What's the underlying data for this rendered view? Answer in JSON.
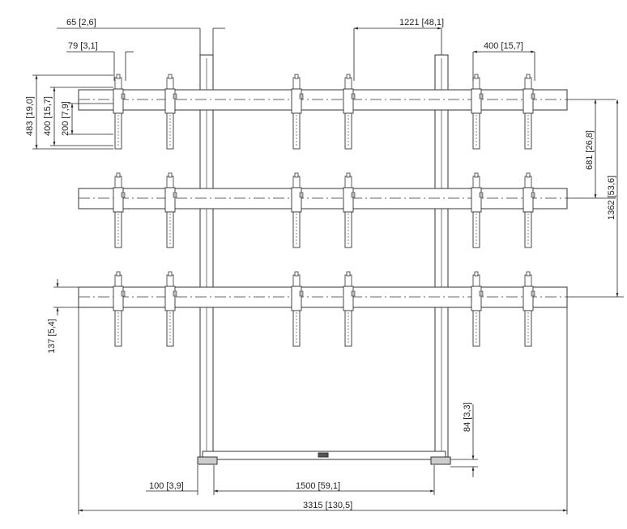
{
  "dimensions": {
    "top_post_width": "65 [2,6]",
    "top_rail_spacing": "1221 [48,1]",
    "top_bracket_width": "79 [3,1]",
    "top_right_bracket_span": "400 [15,7]",
    "left_outer_height": "483 [19,0]",
    "left_mid_height": "400 [15,7]",
    "left_inner_height": "200 [7,9]",
    "right_row_pitch": "681 [26,8]",
    "right_total_height": "1362 [53,6]",
    "left_bottom_offset": "137 [5,4]",
    "right_foot_height": "84 [3,3]",
    "bottom_foot_offset": "100 [3,9]",
    "bottom_post_spacing": "1500 [59,1]",
    "overall_width": "3315 [130,5]"
  }
}
